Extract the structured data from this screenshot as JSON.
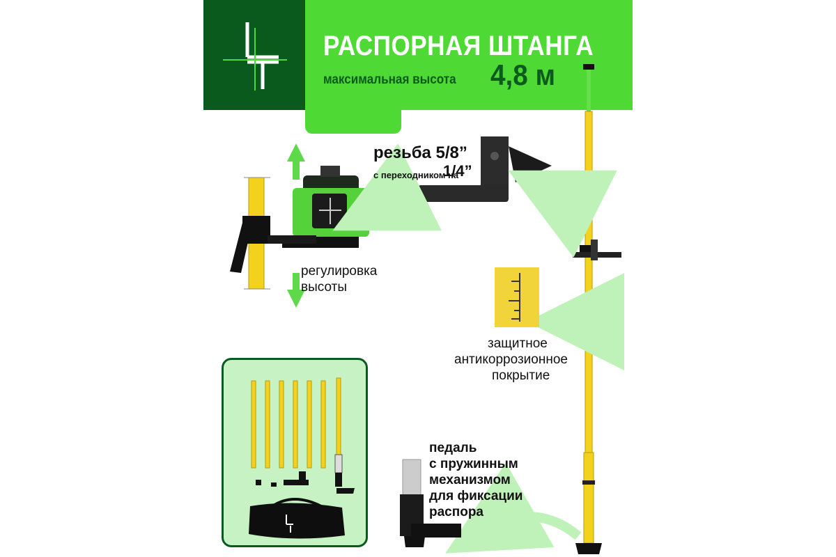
{
  "header": {
    "title": "РАСПОРНАЯ ШТАНГА",
    "subtitle": "максимальная высота",
    "height_value": "4,8 м"
  },
  "callouts": {
    "thread_main": "резьба 5/8”",
    "thread_prefix": "с переходником на",
    "thread_adapter": "1/4”",
    "height_adjust": [
      "регулировка",
      "высоты"
    ],
    "coating": [
      "защитное",
      "антикоррозионное",
      "покрытие"
    ],
    "pedal": [
      "педаль",
      "с пружинным",
      "механизмом",
      "для фиксации",
      "распора"
    ]
  },
  "colors": {
    "dark_green": "#0a5a1e",
    "bright_green": "#4fd934",
    "kit_background": "#c7f3c4",
    "pole_yellow": "#f2d21c",
    "arrow_green": "#bff2b8"
  },
  "icons": {
    "logo": "lt-cross-logo",
    "arrows": "curved-arrow-icon"
  }
}
